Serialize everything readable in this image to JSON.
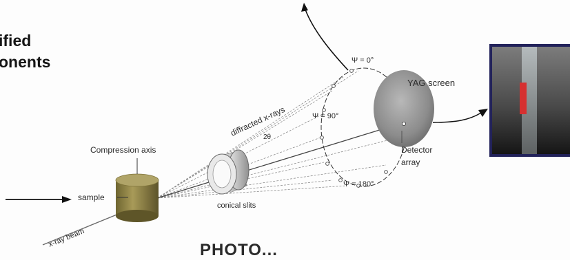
{
  "heading": {
    "line1": "ified",
    "line2": "onents"
  },
  "labels": {
    "psi_0": "Ψ = 0°",
    "psi_90": "Ψ = 90°",
    "psi_180": "Ψ = 180°",
    "two_theta": "2θ",
    "diffracted": "diffracted x-rays",
    "yag": "YAG screen",
    "detector_line1": "Detector",
    "detector_line2": "array",
    "compression": "Compression axis",
    "sample": "sample",
    "conical_slits": "conical slits",
    "xray_beam": "x-ray beam"
  },
  "footer_fragment": "PHOTO...",
  "colors": {
    "sample_fill": "#8a7a3a",
    "screen_fill": "#9a9a9a",
    "inset_border": "#22225a",
    "inset_highlight": "#d63030"
  }
}
